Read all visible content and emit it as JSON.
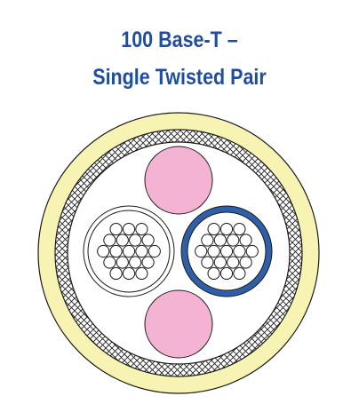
{
  "title": {
    "line1": "100 Base-T –",
    "line2": "Single Twisted Pair"
  },
  "colors": {
    "title": "#1f4e9c",
    "outer_jacket": "#f7f4b3",
    "jacket_stroke": "#1a1a1a",
    "braid_shield": "#ffffff",
    "filler": "#f4b3d2",
    "conductor_insulation_blue": "#2e5fa8",
    "conductor_insulation_white": "#ffffff",
    "strand": "#ffffff"
  },
  "diagram": {
    "components": [
      "outer-jacket",
      "braided-shield",
      "inner-jacket",
      "filler-top",
      "filler-bottom",
      "conductor-white",
      "conductor-blue"
    ],
    "strands_per_conductor": 19
  }
}
